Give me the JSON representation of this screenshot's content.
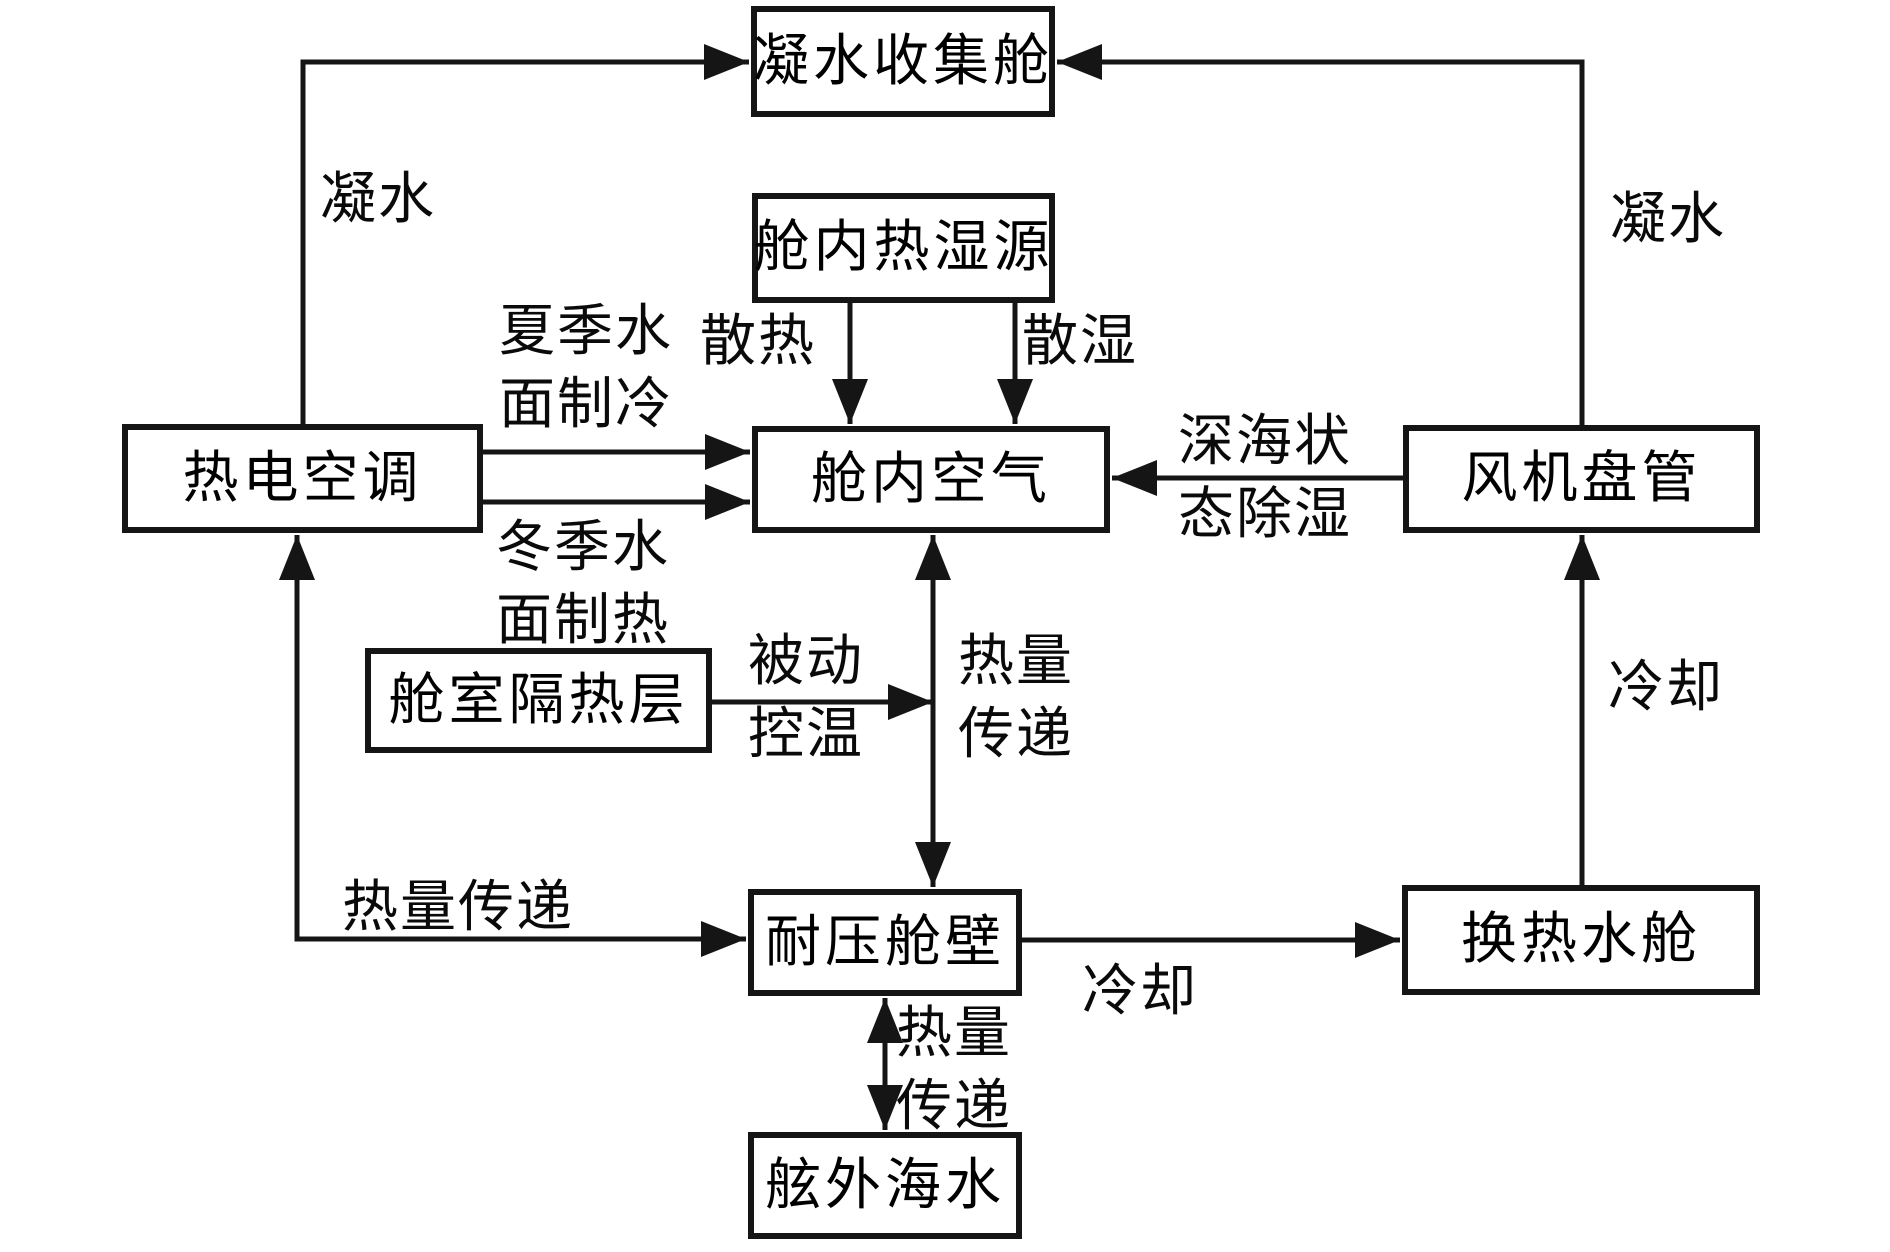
{
  "diagram": {
    "title_implied": "",
    "colors": {
      "background": "#ffffff",
      "line": "#151515",
      "text": "#000000"
    },
    "boxes": [
      {
        "name": "condensate-collection-chamber",
        "label": "凝水收集舱"
      },
      {
        "name": "cabin-heat-moisture-source",
        "label": "舱内热湿源"
      },
      {
        "name": "thermoelectric-air-conditioner",
        "label": "热电空调"
      },
      {
        "name": "cabin-air",
        "label": "舱内空气"
      },
      {
        "name": "fan-coil-unit",
        "label": "风机盘管"
      },
      {
        "name": "cabin-insulation-layer",
        "label": "舱室隔热层"
      },
      {
        "name": "pressure-hull-bulkhead",
        "label": "耐压舱壁"
      },
      {
        "name": "heat-exchange-water-tank",
        "label": "换热水舱"
      },
      {
        "name": "outboard-seawater",
        "label": "舷外海水"
      }
    ],
    "edge_labels": [
      {
        "name": "condensate-left",
        "text": "凝水"
      },
      {
        "name": "condensate-right",
        "text": "凝水"
      },
      {
        "name": "summer-surface-cooling",
        "text": "夏季水\n面制冷"
      },
      {
        "name": "winter-surface-heating",
        "text": "冬季水\n面制热"
      },
      {
        "name": "heat-dissipation",
        "text": "散热"
      },
      {
        "name": "moisture-dissipation",
        "text": "散湿"
      },
      {
        "name": "deep-sea-dehumidification",
        "text": "深海状\n态除湿"
      },
      {
        "name": "passive-temperature-control",
        "text": "被动\n控温"
      },
      {
        "name": "heat-transfer-center",
        "text": "热量\n传递"
      },
      {
        "name": "heat-transfer-left",
        "text": "热量传递"
      },
      {
        "name": "cooling-bottom",
        "text": "冷却"
      },
      {
        "name": "heat-transfer-bottom",
        "text": "热量\n传递"
      },
      {
        "name": "cooling-right",
        "text": "冷却"
      }
    ]
  }
}
